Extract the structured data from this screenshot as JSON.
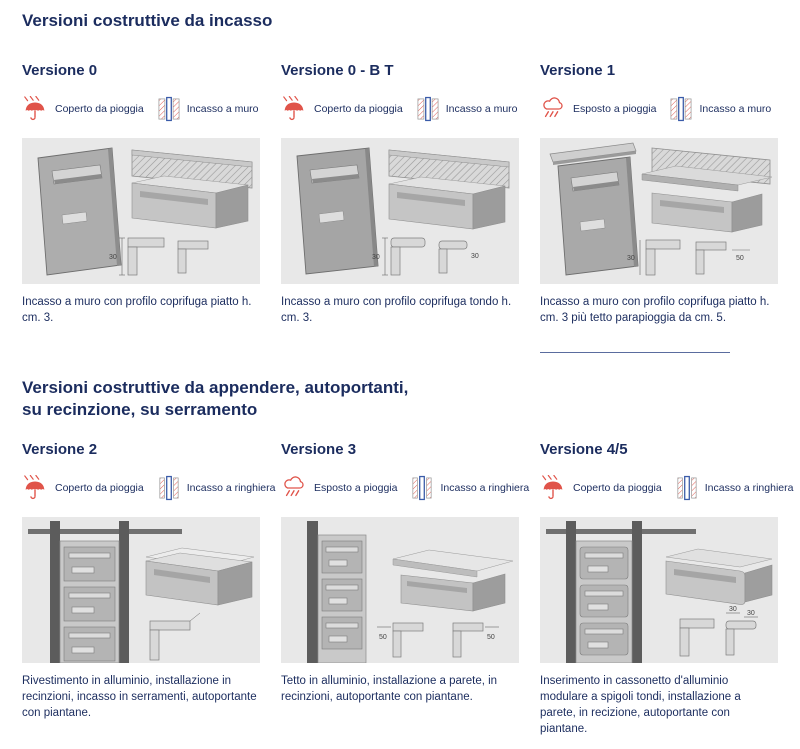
{
  "sections": [
    {
      "title": "Versioni costruttive da incasso"
    },
    {
      "title_line1": "Versioni costruttive da appendere, autoportanti,",
      "title_line2": "su recinzione, su serramento"
    }
  ],
  "versions": [
    {
      "title": "Versione 0",
      "weather": {
        "icon": "umbrella-rain-icon",
        "label": "Coperto da pioggia"
      },
      "mount": {
        "icon": "wall-inset-icon",
        "label": "Incasso a muro"
      },
      "caption": "Incasso a muro con profilo coprifuga piatto h. cm. 3.",
      "dims": {
        "d1": "30"
      }
    },
    {
      "title": "Versione 0 - B T",
      "weather": {
        "icon": "umbrella-rain-icon",
        "label": "Coperto da pioggia"
      },
      "mount": {
        "icon": "wall-inset-icon",
        "label": "Incasso a muro"
      },
      "caption": "Incasso a muro con profilo coprifuga tondo h. cm. 3.",
      "dims": {
        "d1": "30",
        "d2": "30"
      }
    },
    {
      "title": "Versione 1",
      "weather": {
        "icon": "rain-cloud-icon",
        "label": "Esposto a pioggia"
      },
      "mount": {
        "icon": "wall-inset-icon",
        "label": "Incasso a muro"
      },
      "caption": "Incasso a muro con profilo coprifuga piatto h. cm. 3 più tetto parapioggia da cm. 5.",
      "dims": {
        "d1": "30",
        "d2": "50"
      }
    },
    {
      "title": "Versione 2",
      "weather": {
        "icon": "umbrella-rain-icon",
        "label": "Coperto da pioggia"
      },
      "mount": {
        "icon": "railing-inset-icon",
        "label": "Incasso a ringhiera"
      },
      "caption": "Rivestimento in alluminio, installazione in recinzioni, incasso in serramenti, autoportante con piantane.",
      "dims": {}
    },
    {
      "title": "Versione 3",
      "weather": {
        "icon": "rain-cloud-icon",
        "label": "Esposto a pioggia"
      },
      "mount": {
        "icon": "railing-inset-icon",
        "label": "Incasso a ringhiera"
      },
      "caption": "Tetto in alluminio, installazione a parete, in recinzioni, autoportante con piantane.",
      "dims": {
        "d1": "50",
        "d2": "50"
      }
    },
    {
      "title": "Versione 4/5",
      "weather": {
        "icon": "umbrella-rain-icon",
        "label": "Coperto da pioggia"
      },
      "mount": {
        "icon": "railing-inset-icon",
        "label": "Incasso a ringhiera"
      },
      "caption": "Inserimento in cassonetto d'alluminio modulare a spigoli tondi, installazione a parete, in recizione, autoportante con piantane.",
      "dims": {
        "d1": "30",
        "d2": "30"
      }
    }
  ],
  "colors": {
    "heading": "#1b2c5e",
    "accent_red": "#e0544a",
    "accent_blue": "#3a5ba9",
    "image_background": "#e8e8e8"
  }
}
